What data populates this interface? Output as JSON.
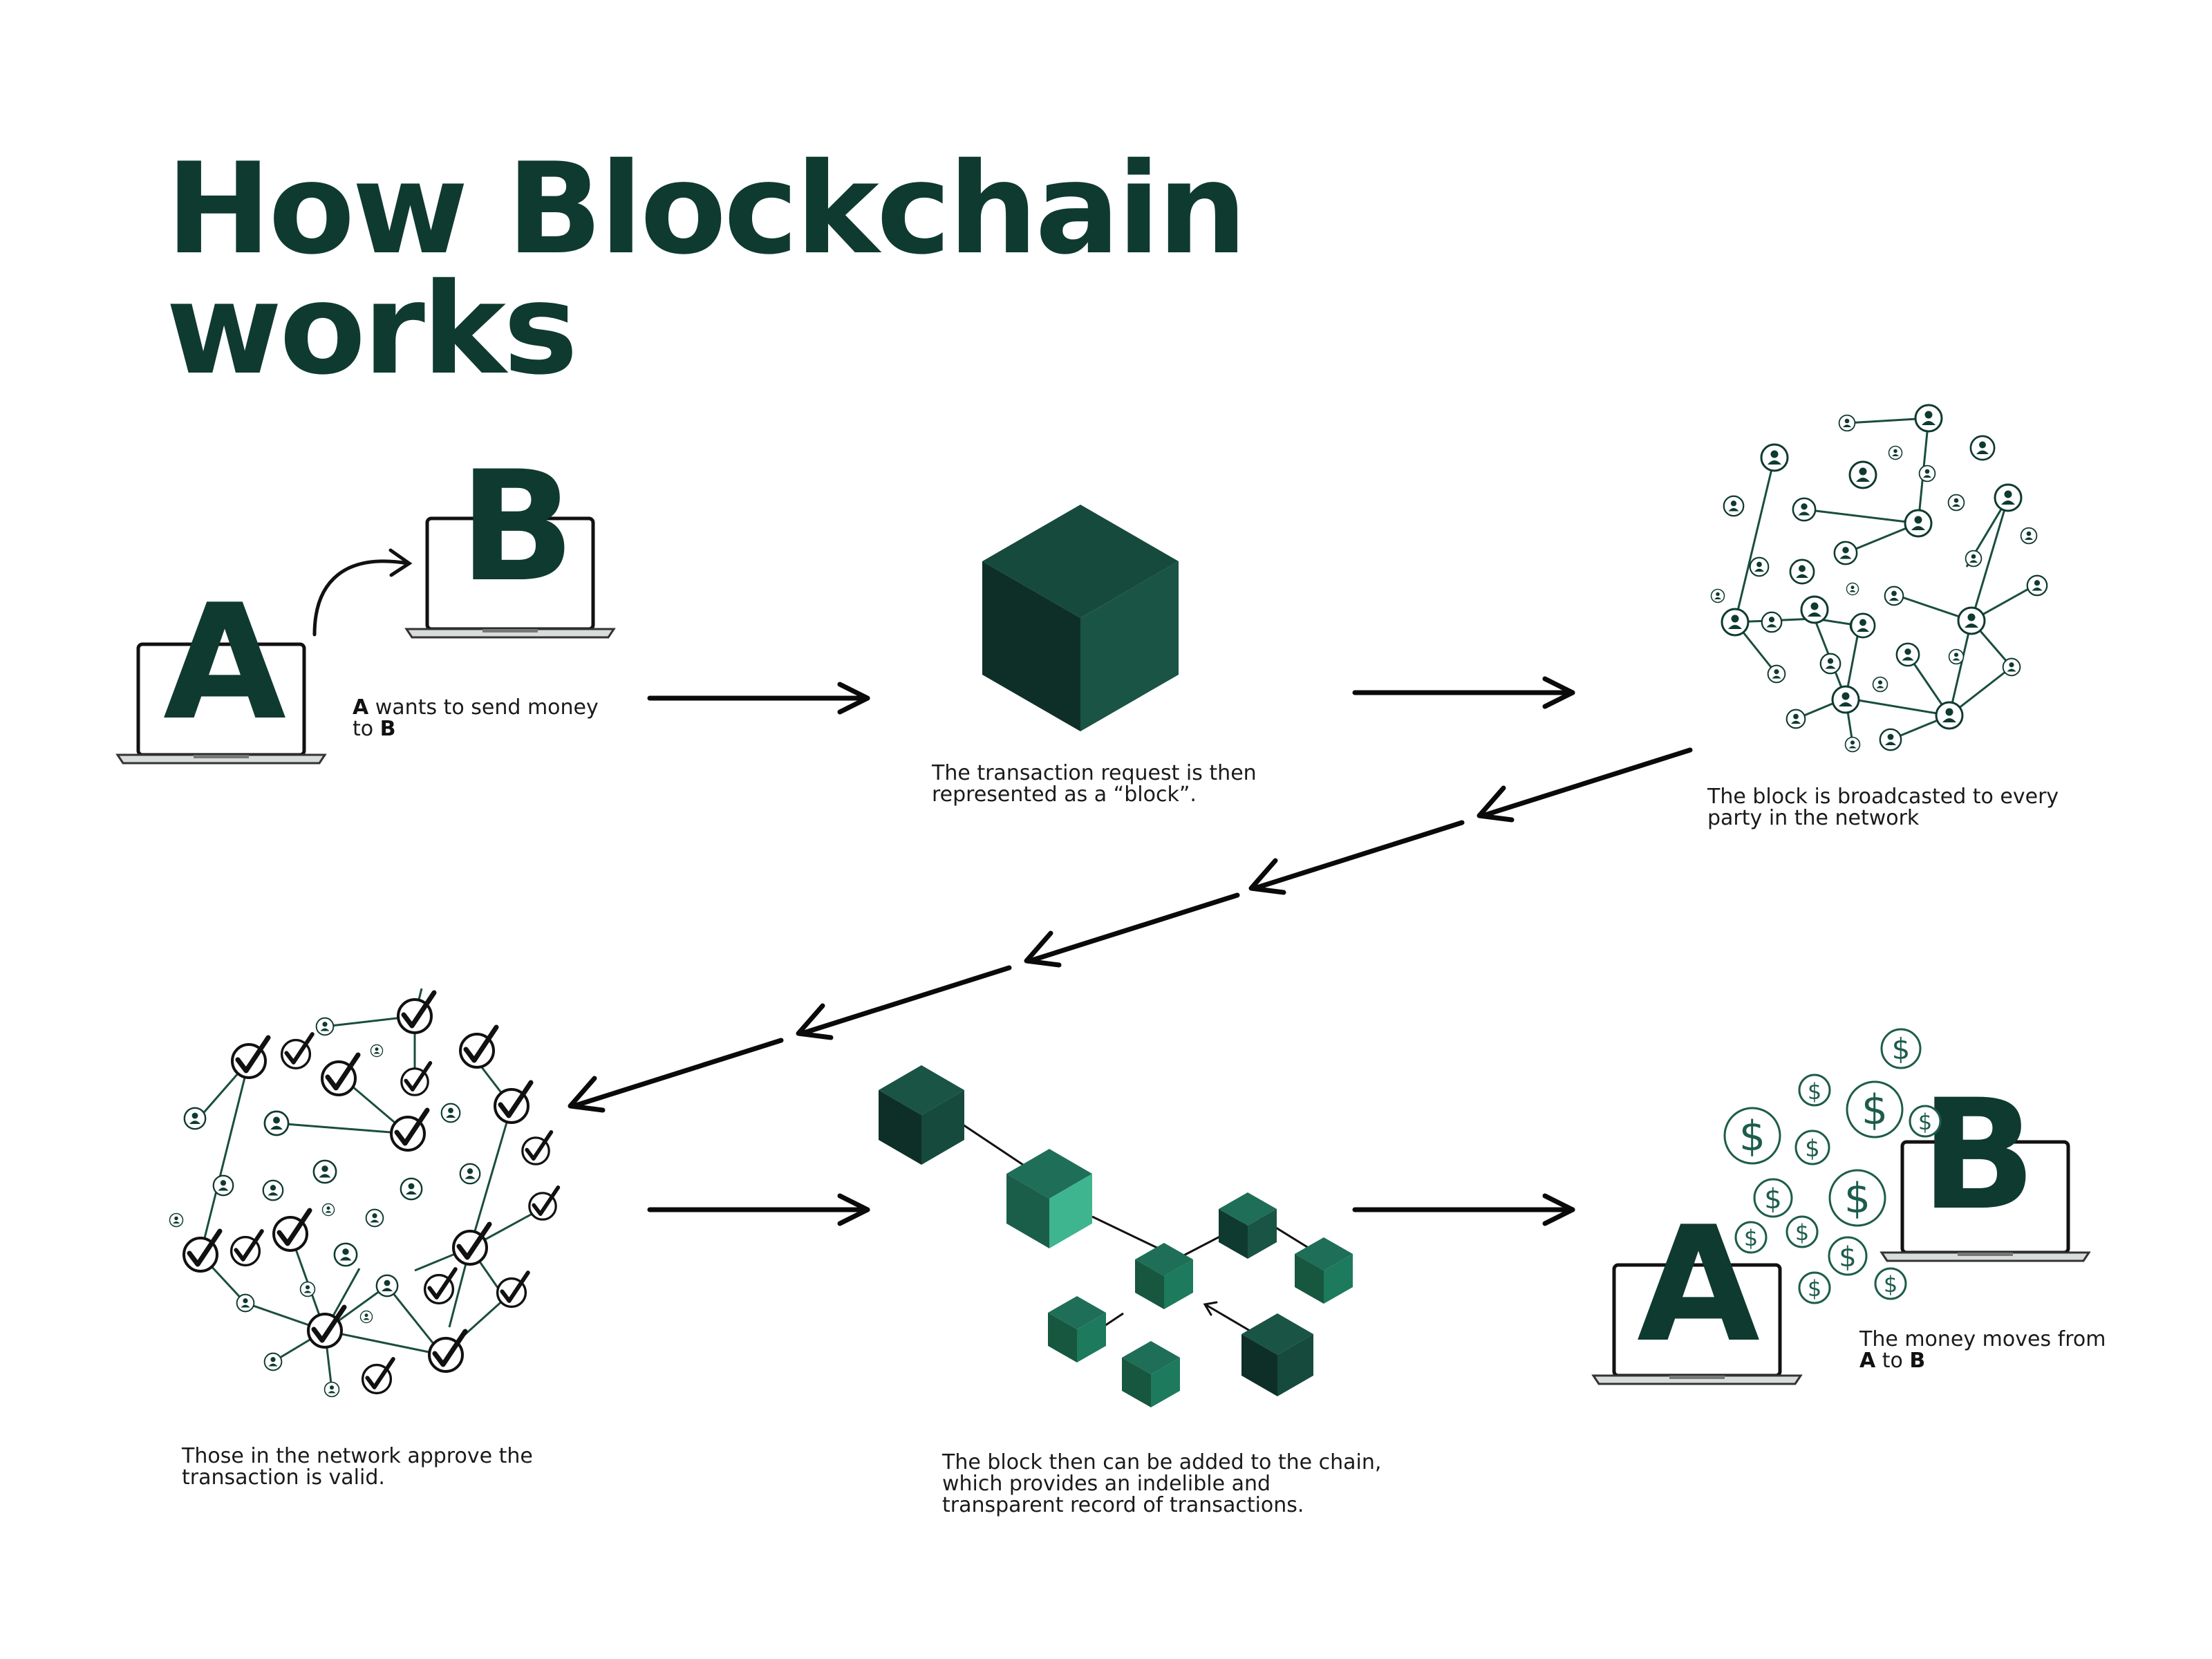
{
  "title": {
    "line1": "How Blockchain",
    "line2": "works"
  },
  "steps": {
    "send": {
      "bold_a": "A",
      "text1": " wants to send money",
      "text2": "to ",
      "bold_b": "B"
    },
    "block": {
      "line1": "The transaction request is then",
      "line2": "represented as a “block”."
    },
    "broadcast": {
      "line1": "The block is broadcasted to every",
      "line2": "party in the network"
    },
    "approve": {
      "line1": "Those in the network approve the",
      "line2": "transaction is valid."
    },
    "chain": {
      "line1": "The block then can be added to the chain,",
      "line2": "which provides an indelible and",
      "line3": "transparent record of transactions."
    },
    "moves": {
      "line1": "The money moves from",
      "bold_a": "A",
      "mid": " to ",
      "bold_b": "B"
    }
  },
  "laptop_letters": {
    "a": "A",
    "b": "B"
  },
  "dollar_symbol": "$",
  "colors": {
    "dark_green": "#0f3a30",
    "mid_green": "#1d6b54",
    "light_green": "#3fb58f",
    "arrow": "#0a0a0a"
  },
  "icons": [
    "laptop-icon",
    "cube-icon",
    "user-network-icon",
    "checkmark-icon",
    "blockchain-icon",
    "dollar-coin-icon",
    "arrow-icon"
  ]
}
